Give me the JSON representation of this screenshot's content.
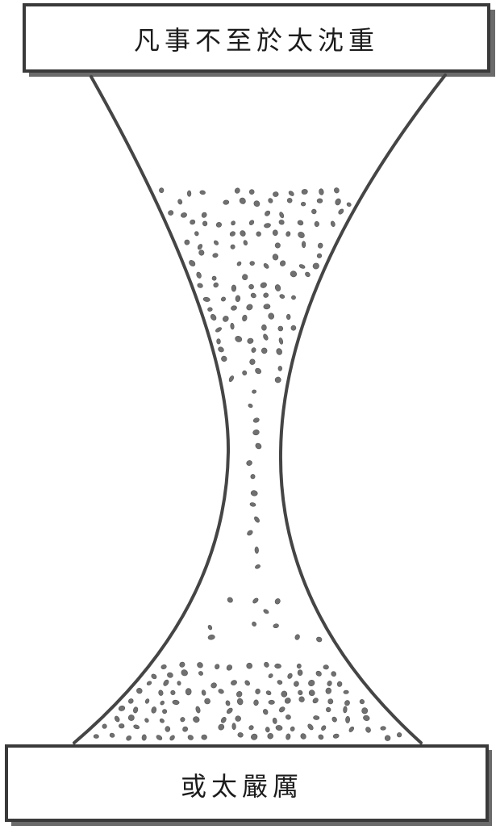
{
  "top_box": {
    "text": "凡事不至於太沈重"
  },
  "bottom_box": {
    "text": "或太嚴厲"
  },
  "illustration": {
    "shape": "hourglass",
    "content": "sand-grains"
  },
  "colors": {
    "line": "#3a3a3a",
    "grain": "#707070",
    "background": "#ffffff"
  }
}
